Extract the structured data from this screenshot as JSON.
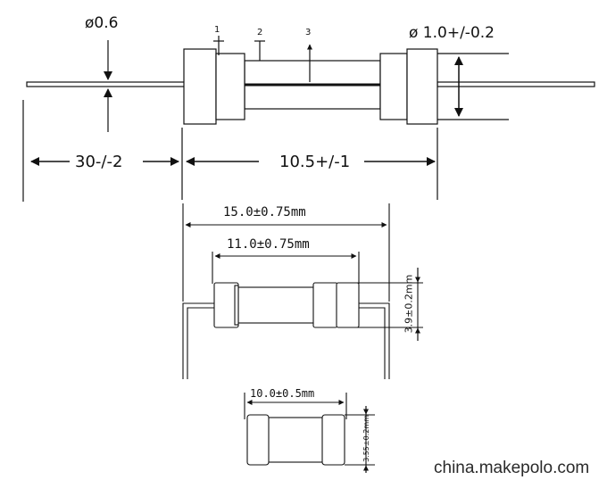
{
  "diagram": {
    "top_view": {
      "lead_diameter": "ø0.6",
      "body_diameter": "ø 1.0+/-0.2",
      "part_markers": [
        "1",
        "2",
        "3"
      ],
      "lead_length": "30-/-2",
      "body_length": "10.5+/-1"
    },
    "middle_view": {
      "overall_length": "15.0±0.75mm",
      "body_length": "11.0±0.75mm",
      "diameter": "3.9±0.2mm"
    },
    "bottom_view": {
      "length": "10.0±0.5mm",
      "diameter": "3.55±0.2mm"
    }
  },
  "watermark": "china.makepolo.com",
  "colors": {
    "line": "#111111",
    "background": "#ffffff",
    "body_fill": "#f7f7f7"
  }
}
